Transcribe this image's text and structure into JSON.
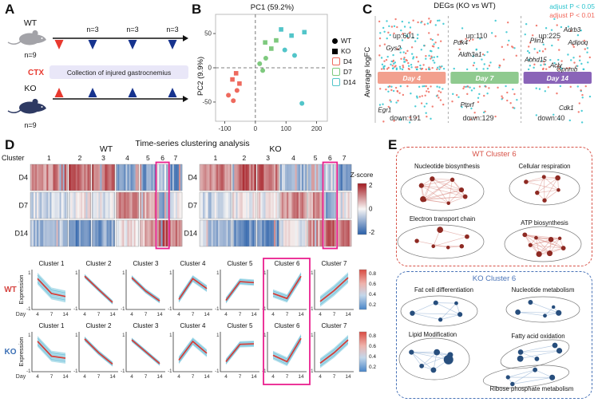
{
  "panel_labels": [
    "A",
    "B",
    "C",
    "D",
    "E"
  ],
  "panelA": {
    "groups": [
      {
        "name": "WT",
        "n_total": "n=9",
        "mouse_color": "#a3a3a8"
      },
      {
        "name": "KO",
        "n_total": "n=9",
        "mouse_color": "#2e3a63"
      }
    ],
    "collection_counts": [
      "n=3",
      "n=3",
      "n=3"
    ],
    "ctx_label": "CTX",
    "ctx_color": "#e8392f",
    "collection_label": "Collection of injured gastrocnemius",
    "banner_bg": "#e9e7f8",
    "marker_color": "#16338e"
  },
  "panelD": {
    "title": "Time-series clustering analysis",
    "cluster_word": "Cluster",
    "cluster_numbers": [
      "1",
      "2",
      "3",
      "4",
      "5",
      "6",
      "7"
    ],
    "row_labels": [
      "D4",
      "D7",
      "D14"
    ],
    "group_labels": [
      "WT",
      "KO"
    ],
    "zscore": {
      "title": "Z-score",
      "ticks": [
        "2",
        "0",
        "-2"
      ]
    },
    "highlight_cluster_index": 5,
    "highlight_color": "#ea1f8e"
  },
  "panelE": {
    "wt": {
      "title": "WT Cluster 6",
      "accent": "#d85348",
      "node_color": "#8e2a23",
      "edge_color": "#d98d85",
      "groups": [
        {
          "label": "Nucleotide biosynthesis",
          "nodes": 8,
          "density": 1.0
        },
        {
          "label": "Cellular respiration",
          "nodes": 6,
          "density": 0.8
        },
        {
          "label": "Electron transport chain",
          "nodes": 6,
          "density": 0.35
        },
        {
          "label": "ATP biosynthesis",
          "nodes": 8,
          "density": 1.0
        }
      ]
    },
    "ko": {
      "title": "KO Cluster 6",
      "accent": "#4a74b8",
      "node_color": "#274e7d",
      "edge_color": "#86a8cf",
      "groups": [
        {
          "label": "Fat cell differentiation",
          "nodes": 5,
          "density": 0.7
        },
        {
          "label": "Nucleotide metabolism",
          "nodes": 5,
          "density": 0.5
        },
        {
          "label": "Lipid Modification",
          "nodes": 6,
          "density": 0.9,
          "big": true
        },
        {
          "label": "Fatty acid oxidation",
          "nodes": 5,
          "density": 0.5
        },
        {
          "label": "Ribose phosphate metabolism",
          "nodes": 4,
          "density": 0.6
        }
      ]
    }
  },
  "chart_data": [
    {
      "id": "pca_scatter",
      "type": "scatter",
      "title": "PC1 (59.2%)",
      "xlabel": "PC1 (59.2%)",
      "ylabel": "PC2 (9.9%)",
      "xlim": [
        -130,
        235
      ],
      "ylim": [
        -78,
        78
      ],
      "xticks": [
        -100,
        0,
        100,
        200
      ],
      "yticks": [
        -50,
        0,
        50
      ],
      "shape_legend": [
        {
          "label": "WT",
          "marker": "circle"
        },
        {
          "label": "KO",
          "marker": "square"
        }
      ],
      "color_legend": [
        {
          "label": "D4",
          "color": "#ee6a5e"
        },
        {
          "label": "D7",
          "color": "#7ec97e"
        },
        {
          "label": "D14",
          "color": "#52c5c9"
        }
      ],
      "series": [
        {
          "name": "WT-D4",
          "marker": "circle",
          "color": "#ee6a5e",
          "points": [
            [
              -88,
              -40
            ],
            [
              -72,
              -48
            ],
            [
              -60,
              -33
            ]
          ]
        },
        {
          "name": "KO-D4",
          "marker": "square",
          "color": "#ee6a5e",
          "points": [
            [
              -63,
              -8
            ],
            [
              -75,
              -17
            ],
            [
              -52,
              -23
            ]
          ]
        },
        {
          "name": "WT-D7",
          "marker": "circle",
          "color": "#7ec97e",
          "points": [
            [
              14,
              6
            ],
            [
              34,
              14
            ],
            [
              24,
              -4
            ]
          ]
        },
        {
          "name": "KO-D7",
          "marker": "square",
          "color": "#7ec97e",
          "points": [
            [
              32,
              37
            ],
            [
              52,
              28
            ],
            [
              68,
              40
            ]
          ]
        },
        {
          "name": "WT-D14",
          "marker": "circle",
          "color": "#52c5c9",
          "points": [
            [
              96,
              26
            ],
            [
              128,
              18
            ],
            [
              152,
              -52
            ]
          ]
        },
        {
          "name": "KO-D14",
          "marker": "square",
          "color": "#52c5c9",
          "points": [
            [
              84,
              56
            ],
            [
              118,
              47
            ],
            [
              160,
              52
            ]
          ]
        }
      ]
    },
    {
      "id": "deg_plot",
      "type": "scatter",
      "title": "DEGs (KO vs WT)",
      "ylabel": "Average logFC",
      "legend": [
        {
          "label": "adjust P < 0.05",
          "color": "#2ec4cf"
        },
        {
          "label": "adjust P < 0.01",
          "color": "#f0685c"
        }
      ],
      "sections": [
        {
          "day_label": "Day 4",
          "bar_color": "#f2a08e",
          "up_count": 601,
          "down_count": 191,
          "up_label": "up:601",
          "down_label": "down:191"
        },
        {
          "day_label": "Day 7",
          "bar_color": "#8fca8f",
          "up_count": 110,
          "down_count": 129,
          "up_label": "up:110",
          "down_label": "down:129"
        },
        {
          "day_label": "Day 14",
          "bar_color": "#8a64b8",
          "up_count": 225,
          "down_count": 40,
          "up_label": "up:225",
          "down_label": "down:40"
        }
      ],
      "gene_labels": [
        {
          "name": "Gys2",
          "sec": 0,
          "fx": 0.25,
          "fy": 0.32
        },
        {
          "name": "Egr1",
          "sec": 0,
          "fx": 0.13,
          "fy": 0.9
        },
        {
          "name": "Pdk4",
          "sec": 1,
          "fx": 0.17,
          "fy": 0.27
        },
        {
          "name": "Aldh3a1",
          "sec": 1,
          "fx": 0.3,
          "fy": 0.38
        },
        {
          "name": "Ptprf",
          "sec": 1,
          "fx": 0.26,
          "fy": 0.85
        },
        {
          "name": "Plin1",
          "sec": 2,
          "fx": 0.22,
          "fy": 0.25
        },
        {
          "name": "Adrb3",
          "sec": 2,
          "fx": 0.7,
          "fy": 0.15
        },
        {
          "name": "Adipoq",
          "sec": 2,
          "fx": 0.78,
          "fy": 0.27
        },
        {
          "name": "Abhd15",
          "sec": 2,
          "fx": 0.2,
          "fy": 0.43
        },
        {
          "name": "Acly",
          "sec": 2,
          "fx": 0.48,
          "fy": 0.48
        },
        {
          "name": "Gpnmb",
          "sec": 2,
          "fx": 0.63,
          "fy": 0.52
        },
        {
          "name": "Cdk1",
          "sec": 2,
          "fx": 0.62,
          "fy": 0.88
        }
      ]
    },
    {
      "id": "heatmap_wt",
      "type": "heatmap",
      "group": "WT",
      "rows": [
        "D4",
        "D7",
        "D14"
      ],
      "cluster_widths": [
        46,
        27,
        28,
        28,
        20,
        13,
        16
      ],
      "cluster_profiles": [
        [
          1.1,
          -0.4,
          -0.7
        ],
        [
          1.35,
          0.0,
          -1.3
        ],
        [
          1.2,
          -0.15,
          -1.15
        ],
        [
          -1.0,
          1.1,
          0.1
        ],
        [
          -1.1,
          0.8,
          0.7
        ],
        [
          -0.4,
          -0.9,
          1.35
        ],
        [
          -1.2,
          -0.1,
          1.2
        ]
      ]
    },
    {
      "id": "heatmap_ko",
      "type": "heatmap",
      "group": "KO",
      "rows": [
        "D4",
        "D7",
        "D14"
      ],
      "cluster_widths": [
        38,
        28,
        26,
        32,
        18,
        14,
        17
      ],
      "cluster_profiles": [
        [
          1.05,
          -0.45,
          -0.65
        ],
        [
          1.3,
          -0.1,
          -1.25
        ],
        [
          1.2,
          0.0,
          -1.2
        ],
        [
          -0.85,
          1.05,
          -0.15
        ],
        [
          -1.0,
          0.75,
          0.8
        ],
        [
          -0.35,
          -1.0,
          1.35
        ],
        [
          -1.15,
          -0.1,
          1.2
        ]
      ]
    },
    {
      "id": "cluster_profiles",
      "type": "line",
      "col_titles": [
        "Cluster 1",
        "Cluster 2",
        "Cluster 3",
        "Cluster 4",
        "Cluster 5",
        "Cluster 6",
        "Cluster 7"
      ],
      "xlabel": "Day",
      "x": [
        4,
        7,
        14
      ],
      "xticks": [
        "4",
        "7",
        "14"
      ],
      "ylabel": "Expression",
      "yticks": [
        "1",
        "-1"
      ],
      "ylim": [
        -1.5,
        1.5
      ],
      "row_labels": [
        "WT",
        "KO"
      ],
      "wt_color": "#d64541",
      "ko_color": "#3a6fb5",
      "mean_color": "#d63a34",
      "band_color": "#a6d9e8",
      "wt_spread": [
        0.6,
        0.22,
        0.25,
        0.35,
        0.32,
        0.42,
        0.55
      ],
      "ko_spread": [
        0.55,
        0.25,
        0.22,
        0.4,
        0.32,
        0.45,
        0.5
      ],
      "membership_ticks": [
        "0.8",
        "0.6",
        "0.4",
        "0.2"
      ]
    }
  ]
}
